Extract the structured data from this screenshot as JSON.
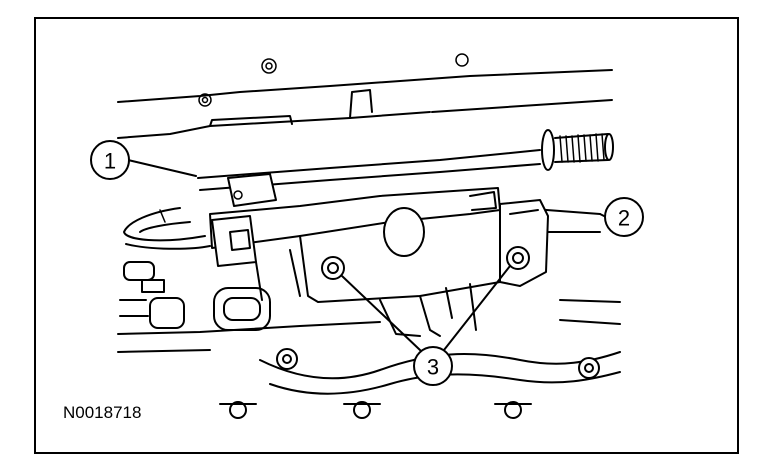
{
  "figure": {
    "id_label": "N0018718",
    "callouts": [
      {
        "label": "1"
      },
      {
        "label": "2"
      },
      {
        "label": "3"
      }
    ]
  }
}
